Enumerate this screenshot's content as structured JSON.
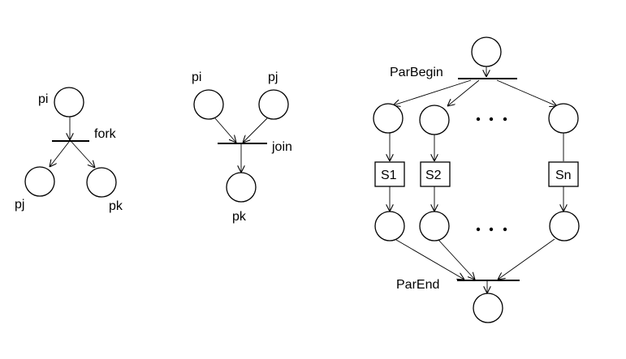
{
  "fork": {
    "input": "pi",
    "transition": "fork",
    "output_left": "pj",
    "output_right": "pk"
  },
  "join": {
    "input_left": "pi",
    "input_right": "pj",
    "transition": "join",
    "output": "pk"
  },
  "parallel": {
    "begin": "ParBegin",
    "end": "ParEnd",
    "statements": [
      "S1",
      "S2",
      "Sn"
    ]
  }
}
